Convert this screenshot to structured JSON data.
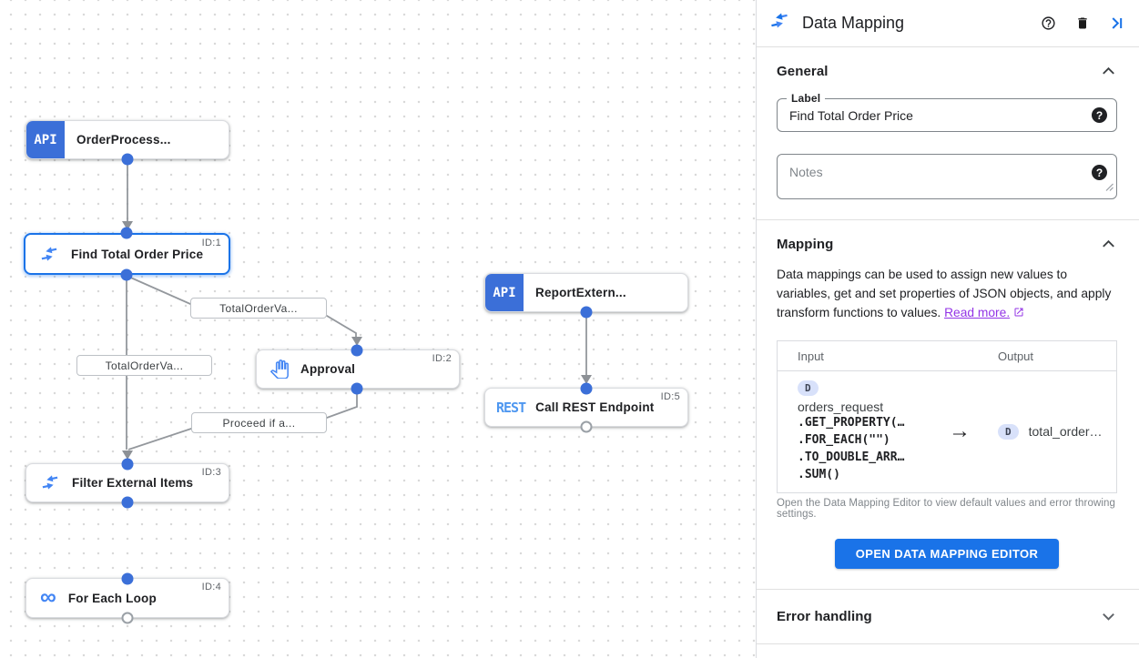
{
  "colors": {
    "accent_blue": "#1a73e8",
    "api_badge_blue": "#3b6fd8",
    "rest_text_blue": "#4e97f0",
    "icon_blue": "#4285f4",
    "link_purple": "#9334e6",
    "edge_gray": "#94989d"
  },
  "canvas": {
    "nodes": [
      {
        "label": "OrderProcess...",
        "badge": "API",
        "id": ""
      },
      {
        "label": "Find Total Order Price",
        "icon": "data-mapping",
        "id": "ID:1",
        "selected": true
      },
      {
        "label": "Approval",
        "icon": "hand",
        "id": "ID:2"
      },
      {
        "label": "Filter External Items",
        "icon": "data-mapping",
        "id": "ID:3"
      },
      {
        "label": "For Each Loop",
        "icon": "infinity",
        "id": "ID:4"
      },
      {
        "label": "ReportExtern...",
        "badge": "API",
        "id": ""
      },
      {
        "label": "Call REST Endpoint",
        "badge": "REST",
        "id": "ID:5"
      }
    ],
    "edge_labels": [
      {
        "text": "TotalOrderVa..."
      },
      {
        "text": "TotalOrderVa..."
      },
      {
        "text": "Proceed if a..."
      }
    ]
  },
  "panel": {
    "title": "Data Mapping",
    "general": {
      "heading": "General",
      "label_field": {
        "label": "Label",
        "value": "Find Total Order Price"
      },
      "notes_field": {
        "placeholder": "Notes"
      }
    },
    "mapping": {
      "heading": "Mapping",
      "description": "Data mappings can be used to assign new values to variables, get and set properties of JSON objects, and apply transform functions to values.",
      "read_more": "Read more.",
      "table": {
        "input_header": "Input",
        "output_header": "Output",
        "input_badge": "D",
        "input_var": "orders_request",
        "input_lines": [
          ".GET_PROPERTY(…",
          ".FOR_EACH(\"\")",
          ".TO_DOUBLE_ARR…",
          ".SUM()"
        ],
        "arrow_glyph": "→",
        "output_badge": "D",
        "output_var": "total_order…"
      },
      "caption": "Open the Data Mapping Editor to view default values and error throwing settings.",
      "button": "OPEN DATA MAPPING EDITOR"
    },
    "error": {
      "heading": "Error handling"
    }
  }
}
